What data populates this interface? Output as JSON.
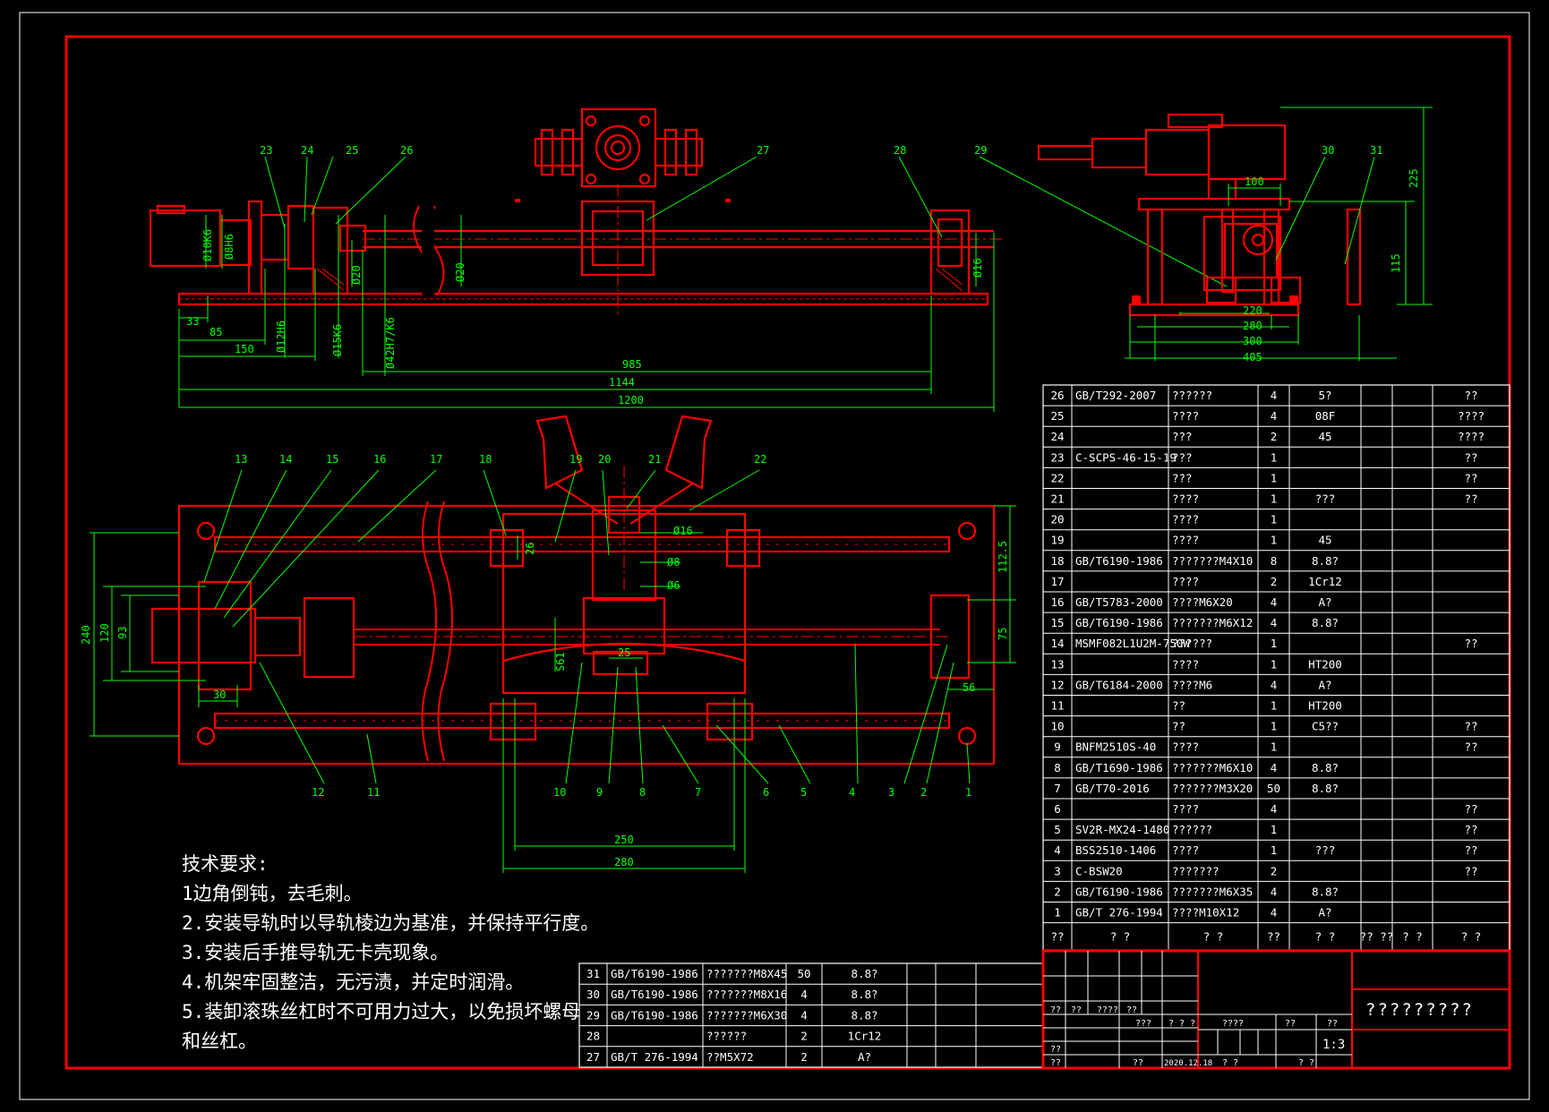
{
  "technical_requirements": {
    "title": "技术要求:",
    "lines": [
      "1边角倒钝，去毛刺。",
      "2.安装导轨时以导轨棱边为基准，并保持平行度。",
      "3.安装后手推导轨无卡壳现象。",
      "4.机架牢固整洁，无污渍，并定时润滑。",
      "5.装卸滚珠丝杠时不可用力过大，以免损坏螺母",
      "和丝杠。"
    ]
  },
  "bom_main": [
    [
      "26",
      "GB/T292-2007",
      "??????",
      "4",
      "5?",
      "",
      "",
      "??"
    ],
    [
      "25",
      "",
      "????",
      "4",
      "08F",
      "",
      "",
      "????"
    ],
    [
      "24",
      "",
      "???",
      "2",
      "45",
      "",
      "",
      "????"
    ],
    [
      "23",
      "C-SCPS-46-15-19",
      "???",
      "1",
      "",
      "",
      "",
      "??"
    ],
    [
      "22",
      "",
      "???",
      "1",
      "",
      "",
      "",
      "??"
    ],
    [
      "21",
      "",
      "????",
      "1",
      "???",
      "",
      "",
      "??"
    ],
    [
      "20",
      "",
      "????",
      "1",
      "",
      "",
      "",
      ""
    ],
    [
      "19",
      "",
      "????",
      "1",
      "45",
      "",
      "",
      ""
    ],
    [
      "18",
      "GB/T6190-1986",
      "???????M4X10",
      "8",
      "8.8?",
      "",
      "",
      ""
    ],
    [
      "17",
      "",
      "????",
      "2",
      "1Cr12",
      "",
      "",
      ""
    ],
    [
      "16",
      "GB/T5783-2000",
      "????M6X20",
      "4",
      "A?",
      "",
      "",
      ""
    ],
    [
      "15",
      "GB/T6190-1986",
      "???????M6X12",
      "4",
      "8.8?",
      "",
      "",
      ""
    ],
    [
      "14",
      "MSMF082L1U2M-750W",
      "??????",
      "1",
      "",
      "",
      "",
      "??"
    ],
    [
      "13",
      "",
      "????",
      "1",
      "HT200",
      "",
      "",
      ""
    ],
    [
      "12",
      "GB/T6184-2000",
      "????M6",
      "4",
      "A?",
      "",
      "",
      ""
    ],
    [
      "11",
      "",
      "??",
      "1",
      "HT200",
      "",
      "",
      ""
    ],
    [
      "10",
      "",
      "??",
      "1",
      "C5??",
      "",
      "",
      "??"
    ],
    [
      "9",
      "BNFM2510S-40",
      "????",
      "1",
      "",
      "",
      "",
      "??"
    ],
    [
      "8",
      "GB/T1690-1986",
      "???????M6X10",
      "4",
      "8.8?",
      "",
      "",
      ""
    ],
    [
      "7",
      "GB/T70-2016",
      "???????M3X20",
      "50",
      "8.8?",
      "",
      "",
      ""
    ],
    [
      "6",
      "",
      "????",
      "4",
      "",
      "",
      "",
      "??"
    ],
    [
      "5",
      "SV2R-MX24-1480",
      "??????",
      "1",
      "",
      "",
      "",
      "??"
    ],
    [
      "4",
      "BSS2510-1406",
      "????",
      "1",
      "???",
      "",
      "",
      "??"
    ],
    [
      "3",
      "C-BSW20",
      "???????",
      "2",
      "",
      "",
      "",
      "??"
    ],
    [
      "2",
      "GB/T6190-1986",
      "???????M6X35",
      "4",
      "8.8?",
      "",
      "",
      ""
    ],
    [
      "1",
      "GB/T 276-1994",
      "????M10X12",
      "4",
      "A?",
      "",
      "",
      ""
    ]
  ],
  "bom_header": [
    "??",
    "? ?",
    "? ?",
    "??",
    "? ?",
    "?? ??",
    "? ?",
    "? ?"
  ],
  "bom_lower": [
    [
      "31",
      "GB/T6190-1986",
      "???????M8X45",
      "50",
      "8.8?"
    ],
    [
      "30",
      "GB/T6190-1986",
      "???????M8X16",
      "4",
      "8.8?"
    ],
    [
      "29",
      "GB/T6190-1986",
      "???????M6X30",
      "4",
      "8.8?"
    ],
    [
      "28",
      "",
      "??????",
      "2",
      "1Cr12"
    ],
    [
      "27",
      "GB/T 276-1994",
      "??M5X72",
      "2",
      "A?"
    ]
  ],
  "title_block": {
    "drawing_name": "?????????",
    "scale": "1:3",
    "date": "2020.12.18",
    "cells": [
      "??",
      "??",
      "????",
      "??",
      "???",
      "? ? ?",
      "????",
      "??",
      "??",
      "??",
      "??",
      "??",
      "? ?",
      "? ?"
    ]
  },
  "dimensions": {
    "front": [
      "33",
      "85",
      "150",
      "Ø12H6",
      "Ø15K6",
      "Ø42H7/K6",
      "985",
      "1144",
      "1200",
      "Ø10K6",
      "Ø8H6",
      "Ø20",
      "Ø20",
      "Ø16"
    ],
    "side": [
      "100",
      "225",
      "115",
      "220",
      "280",
      "300",
      "405"
    ],
    "top": [
      "240",
      "120",
      "93",
      "30",
      "112.5",
      "75",
      "56",
      "250",
      "280",
      "Ø16",
      "Ø8",
      "Ø6",
      "26",
      "25",
      "S61"
    ]
  },
  "balloons_front": [
    "23",
    "24",
    "25",
    "26",
    "27",
    "28",
    "29"
  ],
  "balloons_side": [
    "30",
    "31"
  ],
  "balloons_top_upper": [
    "13",
    "14",
    "15",
    "16",
    "17",
    "18",
    "19",
    "20",
    "21",
    "22"
  ],
  "balloons_top_lower": [
    "12",
    "11",
    "10",
    "9",
    "8",
    "7",
    "6",
    "5",
    "4",
    "3",
    "2",
    "1"
  ],
  "colors": {
    "background": "#000000",
    "outline": "#ff0000",
    "dimension": "#00ff00",
    "text": "#ffffff",
    "border": "#ff0000"
  }
}
